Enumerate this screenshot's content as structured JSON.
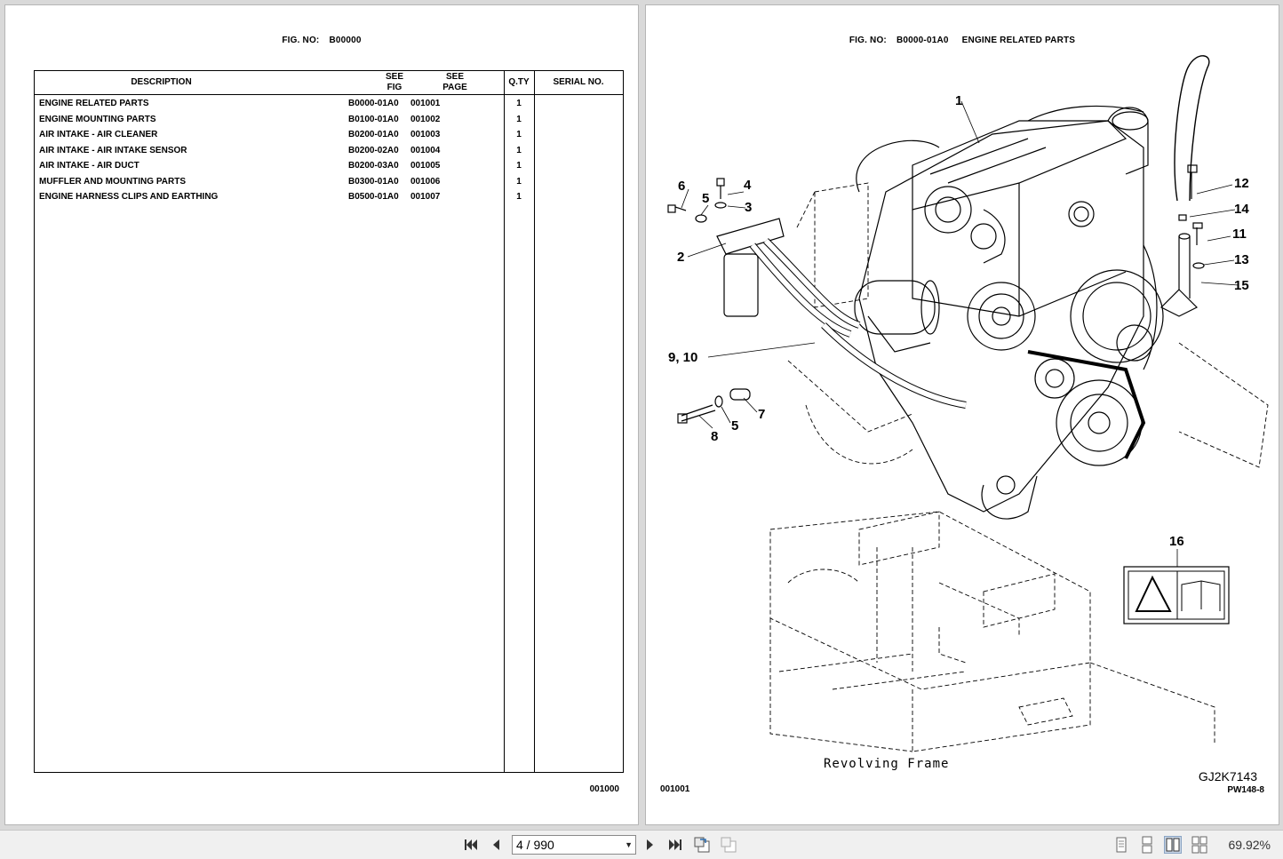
{
  "left_page": {
    "fig_label": "FIG. NO:",
    "fig_no": "B00000",
    "table": {
      "headers": {
        "description": "DESCRIPTION",
        "see_fig_1": "SEE",
        "see_fig_2": "FIG",
        "see_page_1": "SEE",
        "see_page_2": "PAGE",
        "qty": "Q.TY",
        "serial": "SERIAL NO."
      },
      "rows": [
        {
          "description": "ENGINE RELATED PARTS",
          "fig": "B0000-01A0",
          "page": "001001",
          "qty": "1"
        },
        {
          "description": "ENGINE MOUNTING PARTS",
          "fig": "B0100-01A0",
          "page": "001002",
          "qty": "1"
        },
        {
          "description": "AIR INTAKE - AIR CLEANER",
          "fig": "B0200-01A0",
          "page": "001003",
          "qty": "1"
        },
        {
          "description": "AIR INTAKE - AIR INTAKE SENSOR",
          "fig": "B0200-02A0",
          "page": "001004",
          "qty": "1"
        },
        {
          "description": "AIR INTAKE - AIR DUCT",
          "fig": "B0200-03A0",
          "page": "001005",
          "qty": "1"
        },
        {
          "description": "MUFFLER AND MOUNTING PARTS",
          "fig": "B0300-01A0",
          "page": "001006",
          "qty": "1"
        },
        {
          "description": "ENGINE HARNESS CLIPS AND EARTHING",
          "fig": "B0500-01A0",
          "page": "001007",
          "qty": "1"
        }
      ]
    },
    "page_number": "001000"
  },
  "right_page": {
    "fig_label": "FIG. NO:",
    "fig_no": "B0000-01A0",
    "fig_title": "ENGINE RELATED PARTS",
    "callouts": {
      "c1": "1",
      "c2": "2",
      "c3": "3",
      "c4": "4",
      "c5a": "5",
      "c5b": "5",
      "c6": "6",
      "c7": "7",
      "c8": "8",
      "c9_10": "9, 10",
      "c11": "11",
      "c12": "12",
      "c13": "13",
      "c14": "14",
      "c15": "15",
      "c16": "16"
    },
    "caption": "Revolving Frame",
    "drawing_code": "GJ2K7143",
    "model_code": "PW148-8",
    "page_number": "001001"
  },
  "toolbar": {
    "page_indicator": "4 / 990",
    "zoom": "69.92%",
    "icons": {
      "first": "first-page-icon",
      "prev": "previous-page-icon",
      "next": "next-page-icon",
      "last": "last-page-icon",
      "rotate": "rotate-icon",
      "extract": "extract-icon"
    }
  }
}
